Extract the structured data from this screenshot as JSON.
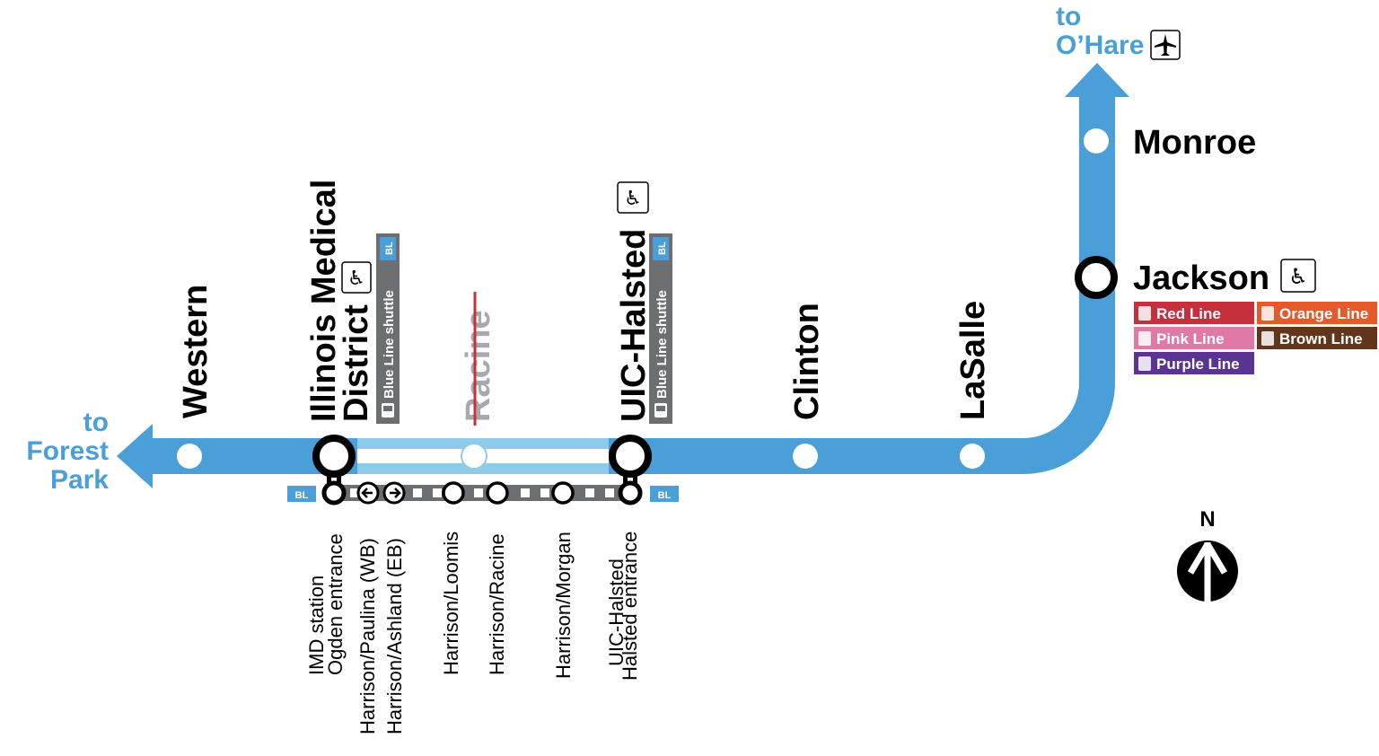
{
  "colors": {
    "blue_line": "#4a9fd8",
    "blue_light": "#8fcaeb",
    "shuttle_gray": "#6d6e70",
    "closed_red": "#c8303a",
    "closed_gray": "#a7a9ac",
    "red_line": "#c62f3c",
    "orange_line": "#e35a2b",
    "pink_line": "#e07aa5",
    "brown_line": "#62361b",
    "purple_line": "#5b3393"
  },
  "directions": {
    "west": {
      "line1": "to",
      "line2": "Forest",
      "line3": "Park"
    },
    "north": {
      "line1": "to",
      "line2": "O’Hare",
      "icon": "airplane-icon"
    }
  },
  "stations": {
    "western": {
      "name": "Western"
    },
    "imd": {
      "line1": "Illinois Medical",
      "line2": "District",
      "accessible": true,
      "shuttle": "Blue Line shuttle",
      "badge": "BL"
    },
    "racine": {
      "name": "Racine",
      "status": "closed"
    },
    "uic": {
      "name": "UIC-Halsted",
      "accessible": true,
      "shuttle": "Blue Line shuttle",
      "badge": "BL"
    },
    "clinton": {
      "name": "Clinton"
    },
    "lasalle": {
      "name": "LaSalle"
    },
    "jackson": {
      "name": "Jackson",
      "accessible": true
    },
    "monroe": {
      "name": "Monroe"
    }
  },
  "transfers": [
    {
      "label": "Red Line",
      "color": "#c62f3c"
    },
    {
      "label": "Orange Line",
      "color": "#e35a2b"
    },
    {
      "label": "Pink Line",
      "color": "#e07aa5"
    },
    {
      "label": "Brown Line",
      "color": "#62361b"
    },
    {
      "label": "Purple Line",
      "color": "#5b3393"
    }
  ],
  "shuttle": {
    "badge_left": "BL",
    "badge_right": "BL",
    "stops": [
      {
        "line1": "IMD station",
        "line2": "Ogden entrance"
      },
      {
        "line1": "Harrison/Paulina (WB)"
      },
      {
        "line1": "Harrison/Ashland (EB)"
      },
      {
        "line1": "Harrison/Loomis"
      },
      {
        "line1": "Harrison/Racine"
      },
      {
        "line1": "Harrison/Morgan"
      },
      {
        "line1": "UIC-Halsted",
        "line2": "Halsted entrance"
      }
    ]
  },
  "compass": {
    "label": "N"
  }
}
